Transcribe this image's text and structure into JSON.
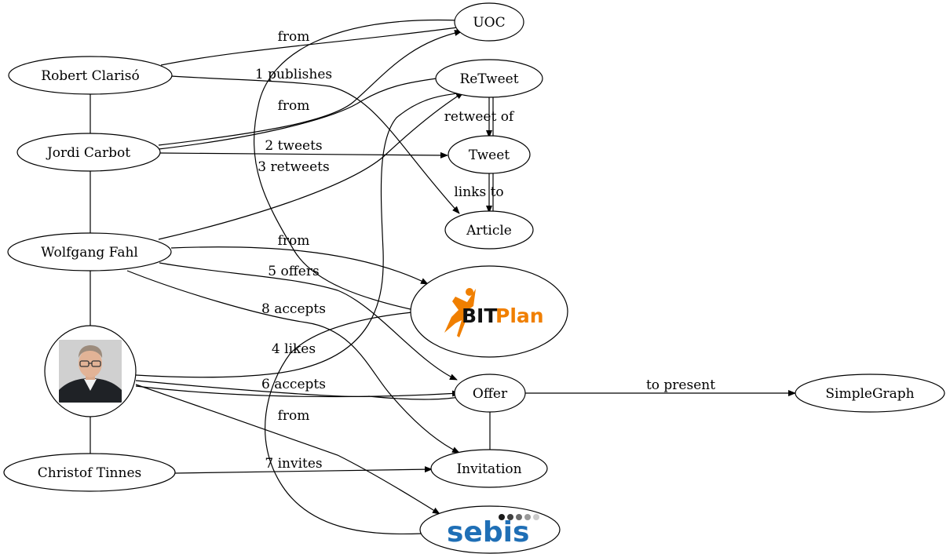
{
  "nodes": {
    "robert": "Robert Clarisó",
    "jordi": "Jordi Carbot",
    "wolfgang": "Wolfgang Fahl",
    "christof": "Christof Tinnes",
    "uoc": "UOC",
    "retweet": "ReTweet",
    "tweet": "Tweet",
    "article": "Article",
    "offer": "Offer",
    "invitation": "Invitation",
    "simplegraph": "SimpleGraph"
  },
  "logos": {
    "bitplan": {
      "text_bit": "BIT",
      "text_plan": "Plan",
      "orange": "#f07f00"
    },
    "sebis": {
      "text": "sebis",
      "blue": "#1f6fb6"
    }
  },
  "edge_labels": {
    "robert_uoc": "from",
    "robert_article": "1 publishes",
    "jordi_uoc": "from",
    "jordi_tweet": "2 tweets",
    "wolfgang_retweet": "3 retweets",
    "retweet_tweet": "retweet of",
    "tweet_article": "links to",
    "wolfgang_bitplan": "from",
    "wolfgang_offer": "5 offers",
    "wolfgang_invitation": "8 accepts",
    "photo_retweet": "4 likes",
    "photo_offer": "6 accepts",
    "sebis_bitplan": "from",
    "christof_invitation": "7 invites",
    "offer_simplegraph": "to present"
  },
  "colors": {
    "stroke": "#000000",
    "background": "#ffffff"
  }
}
